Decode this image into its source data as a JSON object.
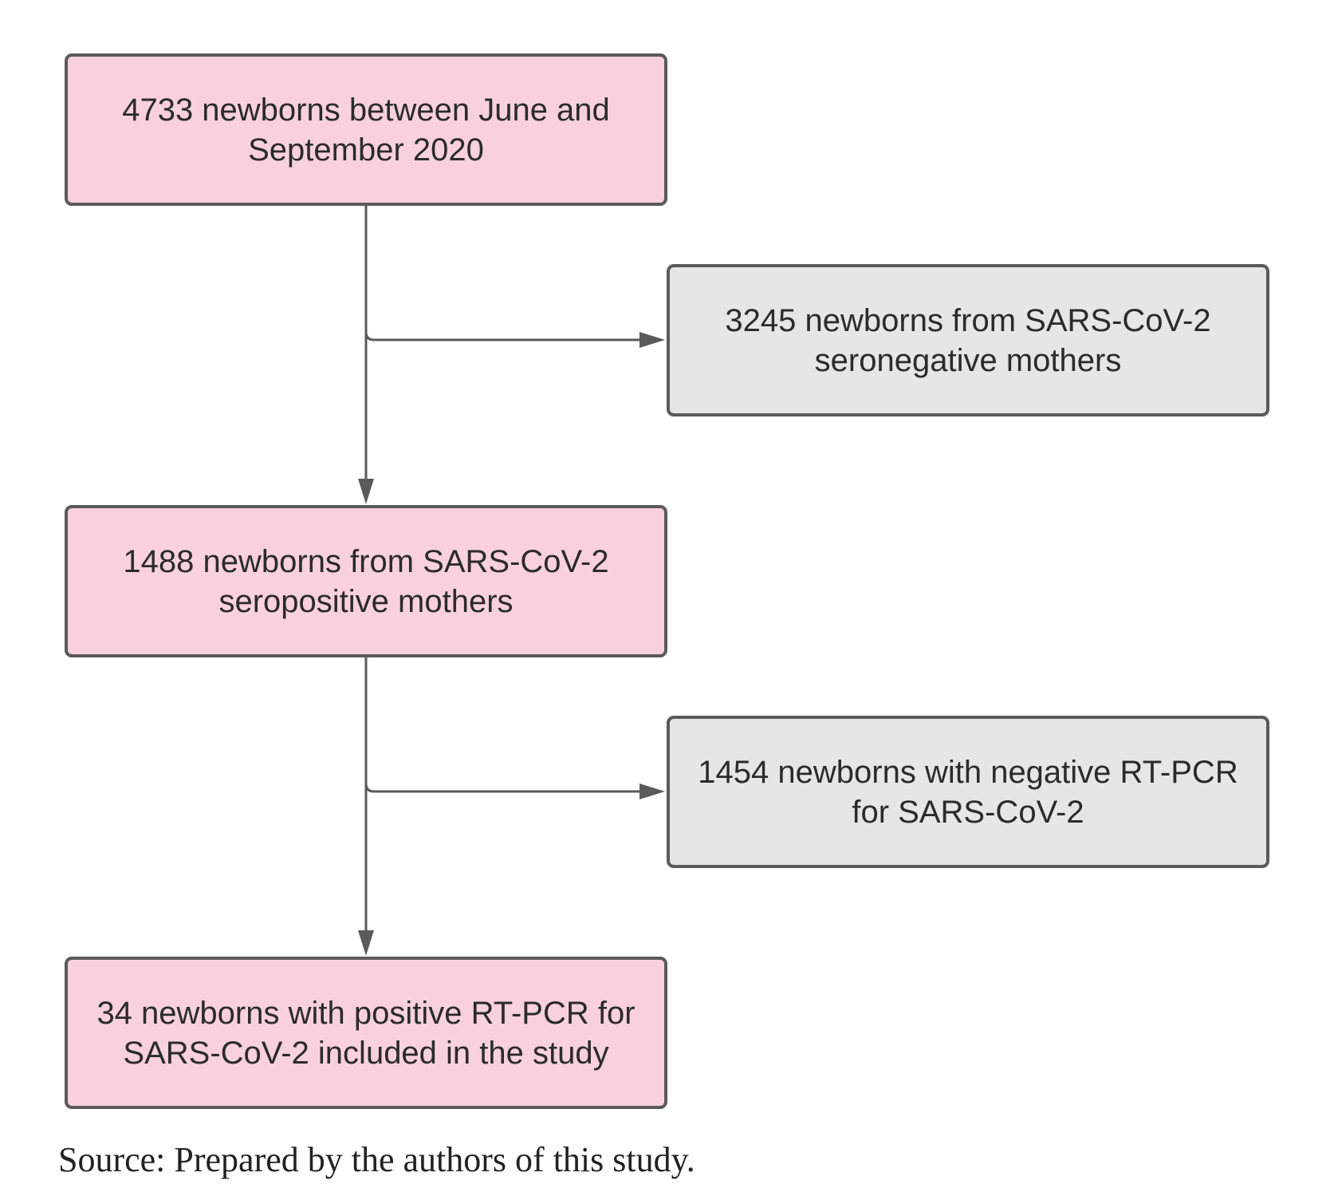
{
  "flowchart": {
    "nodes": [
      {
        "id": "n1",
        "text": "4733 newborns between June and September 2020",
        "style": "pink"
      },
      {
        "id": "n2",
        "text": "3245 newborns from SARS-CoV-2 seronegative mothers",
        "style": "gray"
      },
      {
        "id": "n3",
        "text": "1488 newborns from SARS-CoV-2 seropositive mothers",
        "style": "pink"
      },
      {
        "id": "n4",
        "text": "1454 newborns with negative RT-PCR for SARS-CoV-2",
        "style": "gray"
      },
      {
        "id": "n5",
        "text": "34 newborns with positive RT-PCR for SARS-CoV-2 included in the study",
        "style": "pink"
      }
    ],
    "edges": [
      {
        "from": "n1",
        "to": "n3"
      },
      {
        "from": "n1",
        "to": "n2"
      },
      {
        "from": "n3",
        "to": "n5"
      },
      {
        "from": "n3",
        "to": "n4"
      }
    ],
    "colors": {
      "included_fill": "#f9d1dc",
      "excluded_fill": "#e6e6e6",
      "border": "#5a5a5a",
      "connector": "#5a5a5a"
    }
  },
  "source_note": "Source: Prepared by the authors of this study."
}
